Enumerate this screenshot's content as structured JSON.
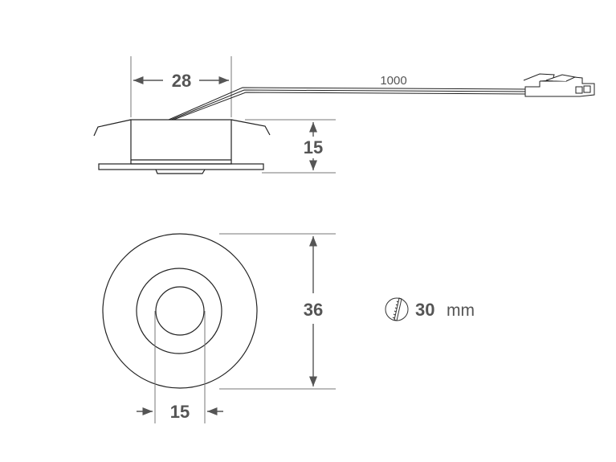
{
  "side_view": {
    "width_dimension": "28",
    "height_dimension": "15",
    "cable_length": "1000"
  },
  "front_view": {
    "diameter_dimension": "36",
    "lens_dimension": "15"
  },
  "cutout": {
    "icon": "saw-cutout-icon",
    "value": "30",
    "unit": "mm"
  },
  "colors": {
    "line": "#222222",
    "dimension": "#555555"
  }
}
